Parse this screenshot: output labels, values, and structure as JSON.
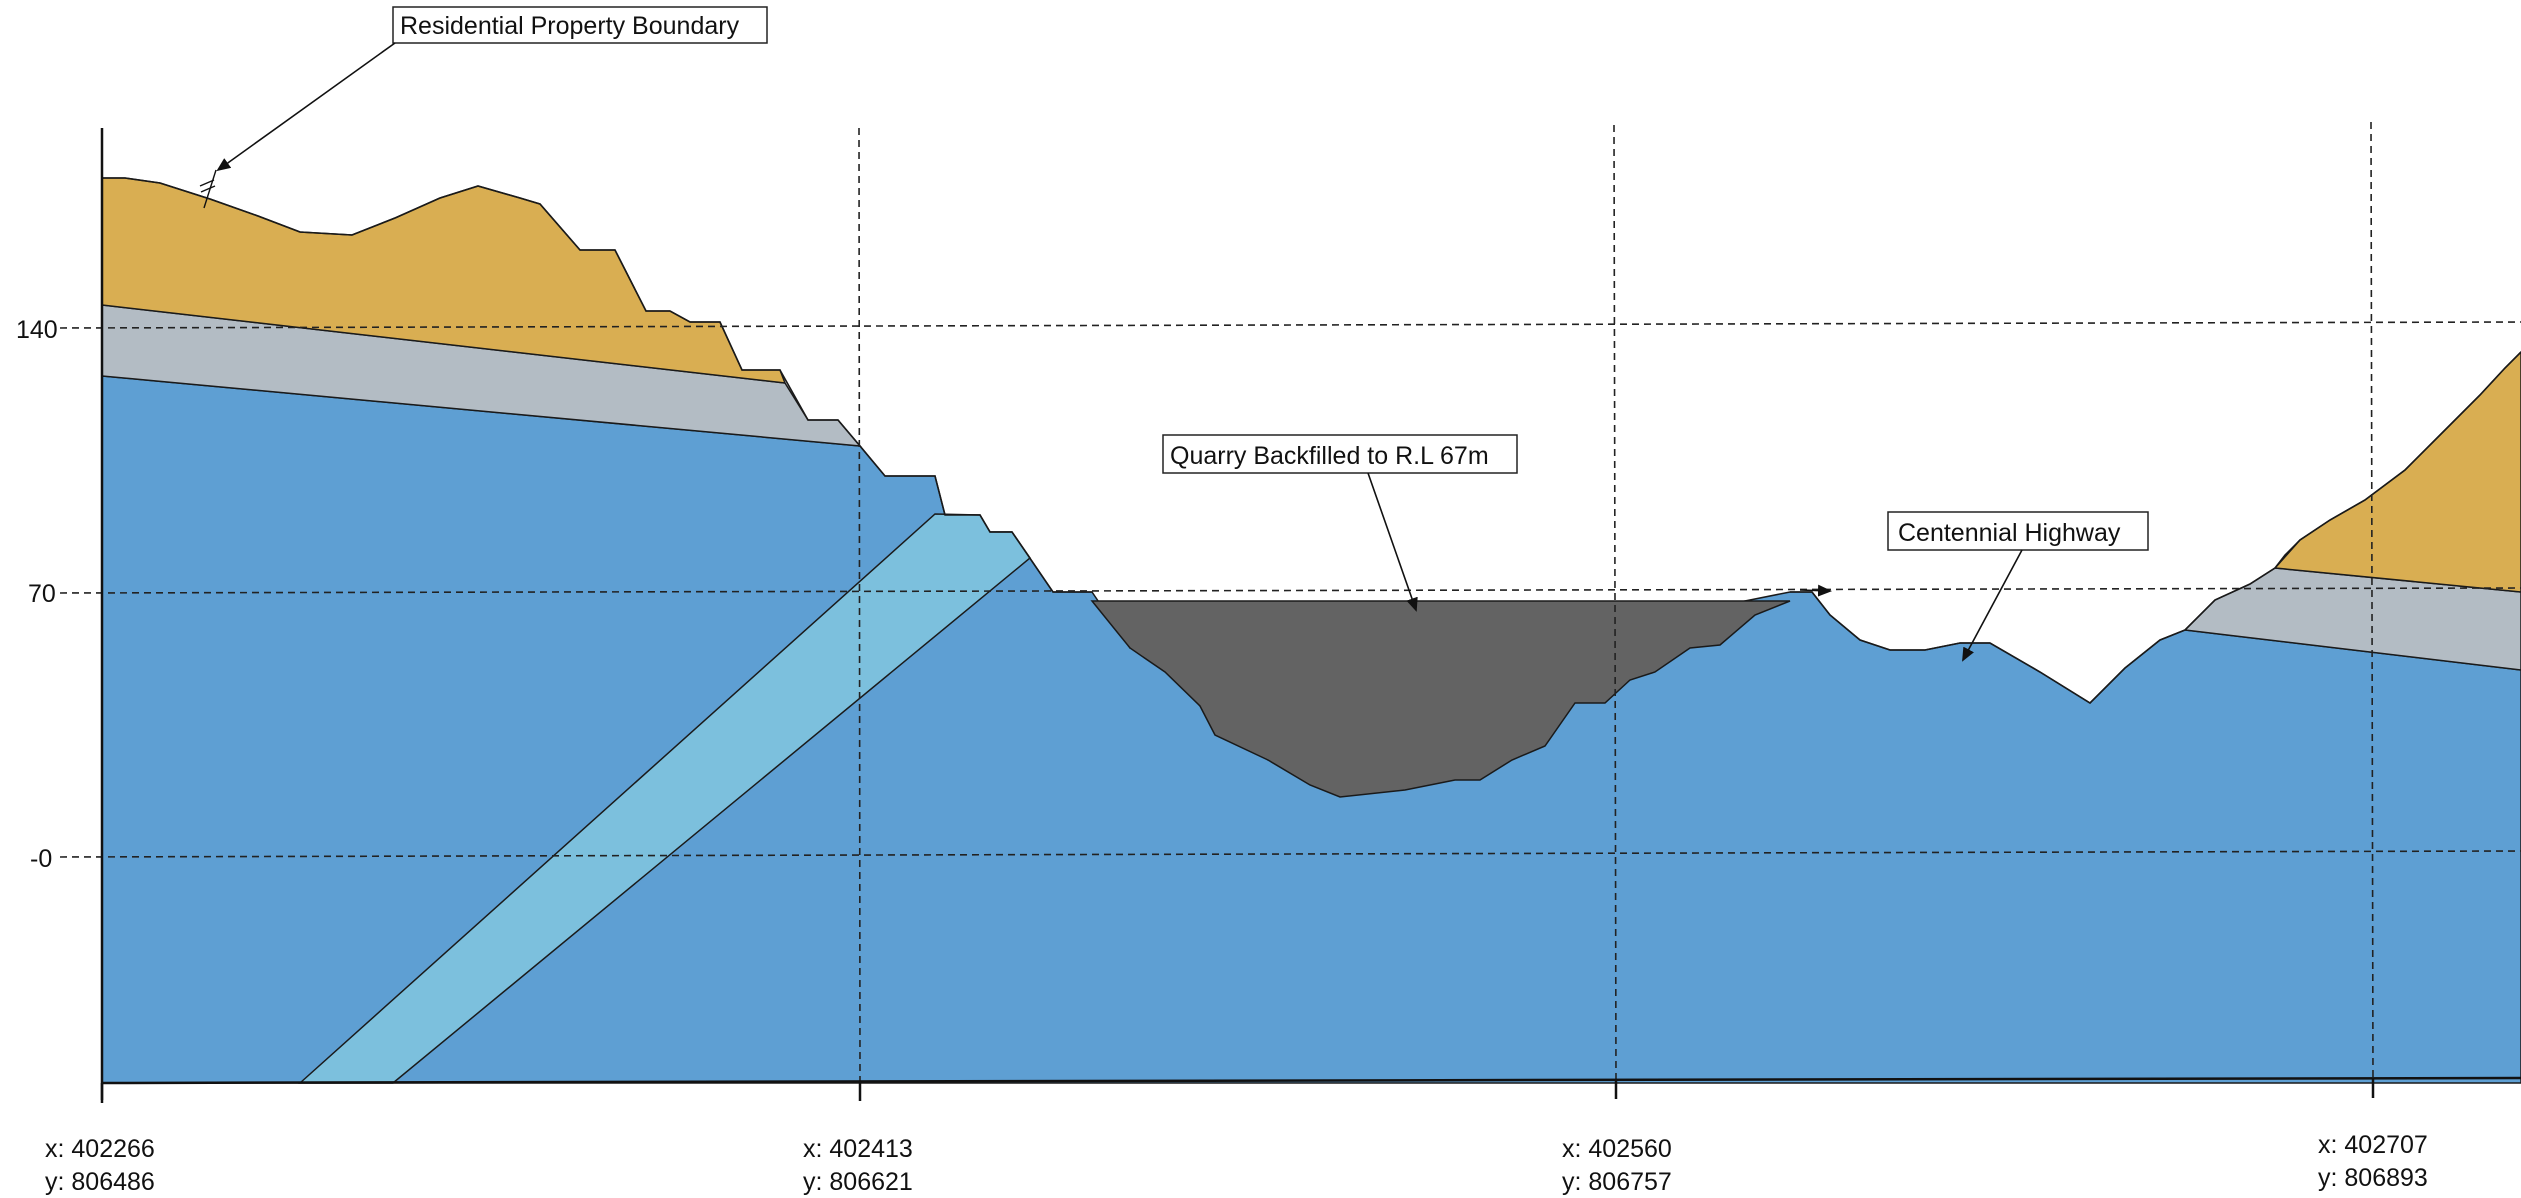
{
  "diagram": {
    "y_axis": {
      "tick_labels": [
        "140",
        "70",
        "-0"
      ]
    },
    "x_axis": {
      "stations": [
        {
          "x_label": "x: 402266",
          "y_label": "y: 806486"
        },
        {
          "x_label": "x: 402413",
          "y_label": "y: 806621"
        },
        {
          "x_label": "x: 402560",
          "y_label": "y: 806757"
        },
        {
          "x_label": "x: 402707",
          "y_label": "y: 806893"
        }
      ]
    },
    "annotations": {
      "property_boundary": "Residential Property Boundary",
      "quarry_backfill": "Quarry Backfilled to R.L 67m",
      "highway": "Centennial Highway"
    },
    "colors": {
      "topsoil": "#D9AE52",
      "weathered_layer": "#B3BCC4",
      "bedrock": "#5E9FD3",
      "dyke": "#7CC0DD",
      "backfill": "#636363"
    }
  }
}
